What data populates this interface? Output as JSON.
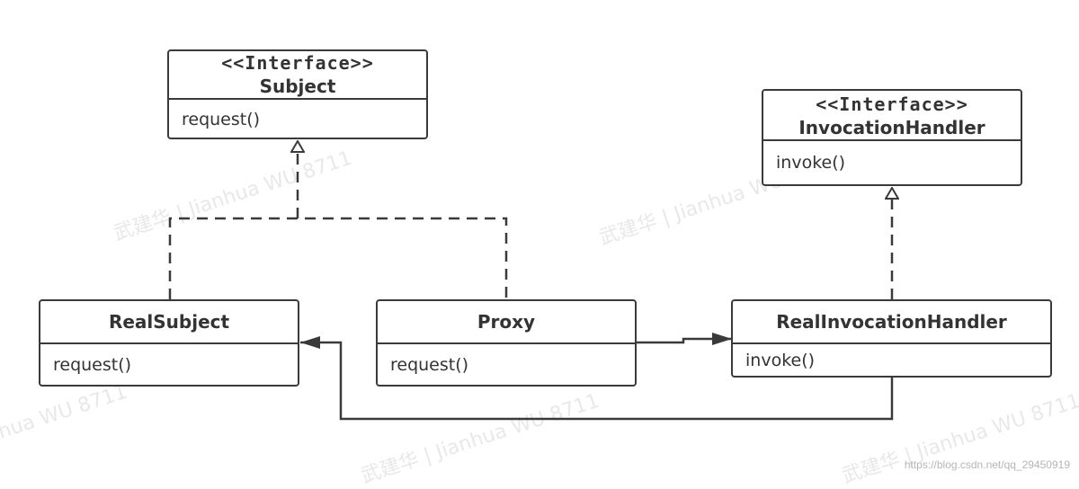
{
  "classes": {
    "subject": {
      "stereotype": "<<Interface>>",
      "name": "Subject",
      "method": "request()"
    },
    "invocation_handler": {
      "stereotype": "<<Interface>>",
      "name": "InvocationHandler",
      "method": "invoke()"
    },
    "real_subject": {
      "name": "RealSubject",
      "method": "request()"
    },
    "proxy": {
      "name": "Proxy",
      "method": "request()"
    },
    "real_invocation_handler": {
      "name": "RealInvocationHandler",
      "method": "invoke()"
    }
  },
  "relations": [
    {
      "from": "RealSubject",
      "to": "Subject",
      "type": "realization"
    },
    {
      "from": "Proxy",
      "to": "Subject",
      "type": "realization"
    },
    {
      "from": "RealInvocationHandler",
      "to": "InvocationHandler",
      "type": "realization"
    },
    {
      "from": "Proxy",
      "to": "RealInvocationHandler",
      "type": "association"
    },
    {
      "from": "RealInvocationHandler",
      "to": "RealSubject",
      "type": "association"
    }
  ],
  "watermarks": {
    "author": "武建华 | Jianhua WU 8711",
    "site": "https://blog.csdn.net/qq_29450919"
  },
  "colors": {
    "line": "#3a3a3a",
    "text": "#333333",
    "background": "#ffffff"
  }
}
